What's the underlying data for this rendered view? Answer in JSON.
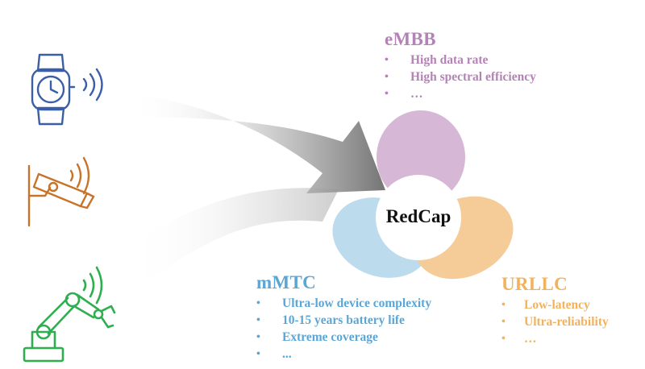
{
  "center": {
    "label": "RedCap"
  },
  "groups": {
    "embb": {
      "title": "eMBB",
      "items": [
        "High data rate",
        "High spectral efficiency",
        "…"
      ],
      "color": "#b483b6"
    },
    "mmtc": {
      "title": "mMTC",
      "items": [
        "Ultra-low device complexity",
        "10-15 years battery life",
        "Extreme coverage",
        "..."
      ],
      "color": "#5ba6d6"
    },
    "urllc": {
      "title": "URLLC",
      "items": [
        "Low-latency",
        "Ultra-reliability",
        "…"
      ],
      "color": "#f3b15c"
    }
  },
  "devices": [
    {
      "icon": "smartwatch-icon",
      "color": "#3a5fa8"
    },
    {
      "icon": "surveillance-camera-icon",
      "color": "#c8732a"
    },
    {
      "icon": "robotic-arm-icon",
      "color": "#2fae4f"
    }
  ],
  "colors": {
    "arrow": "#808080",
    "embb_petal": "#d6b8d6",
    "mmtc_petal": "#bcdcee",
    "urllc_petal": "#f5cc97"
  }
}
